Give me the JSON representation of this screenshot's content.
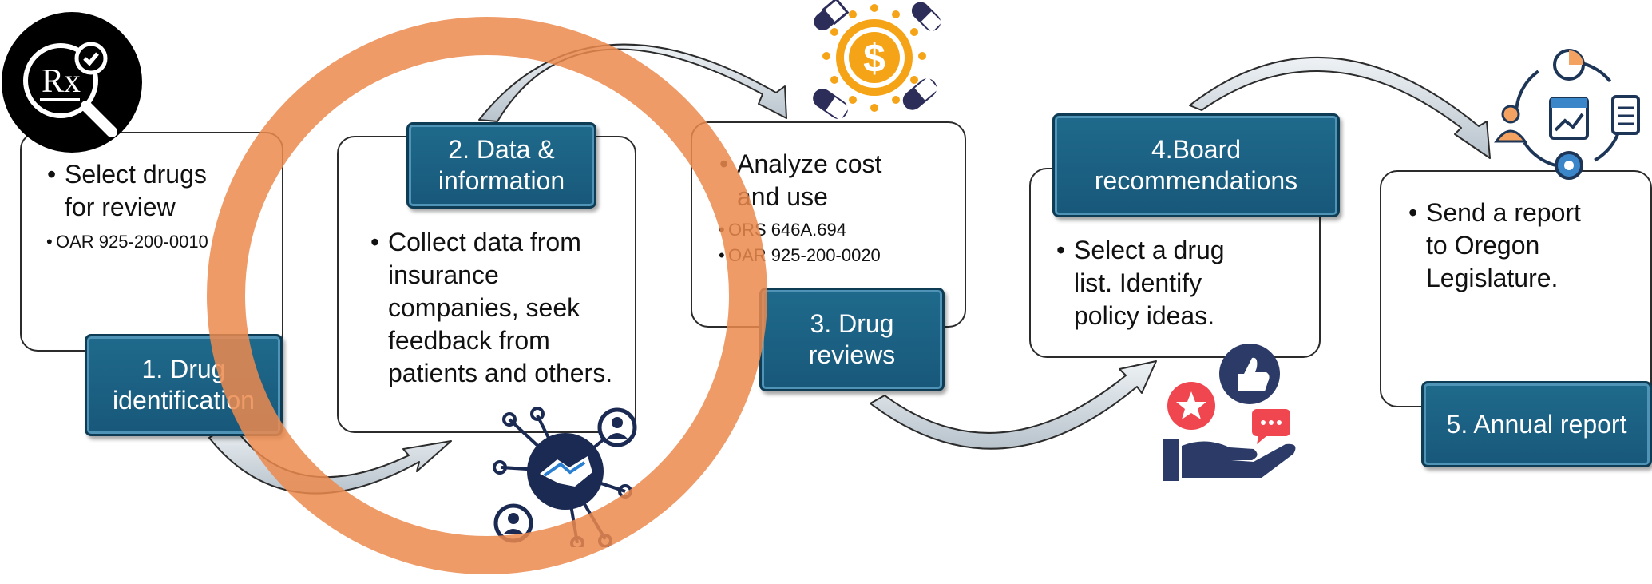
{
  "steps": [
    {
      "label": "1. Drug identification"
    },
    {
      "label": "2. Data & information"
    },
    {
      "label": "3. Drug reviews"
    },
    {
      "label": "4.Board recommendations"
    },
    {
      "label": "5. Annual report"
    }
  ],
  "cards": {
    "c1": {
      "bullet": "Select drugs for review",
      "refs": [
        "OAR 925-200-0010"
      ]
    },
    "c2": {
      "bullet": "Collect data from insurance companies, seek feedback from patients and others."
    },
    "c3": {
      "bullet": "Analyze cost and use",
      "refs": [
        "ORS 646A.694",
        "OAR 925-200-0020"
      ]
    },
    "c4": {
      "bullet": "Select a drug list. Identify policy ideas."
    },
    "c5": {
      "bullet": "Send a report to Oregon Legislature."
    }
  },
  "icons": {
    "rx": "rx-magnifier-icon",
    "pills": "pills-dollar-icon",
    "handshake": "handshake-network-icon",
    "feedback": "feedback-hand-icon",
    "report": "report-cycle-icon"
  },
  "colors": {
    "step_fill": "#1f6a8c",
    "highlight_ring": "#ec8a4e"
  }
}
